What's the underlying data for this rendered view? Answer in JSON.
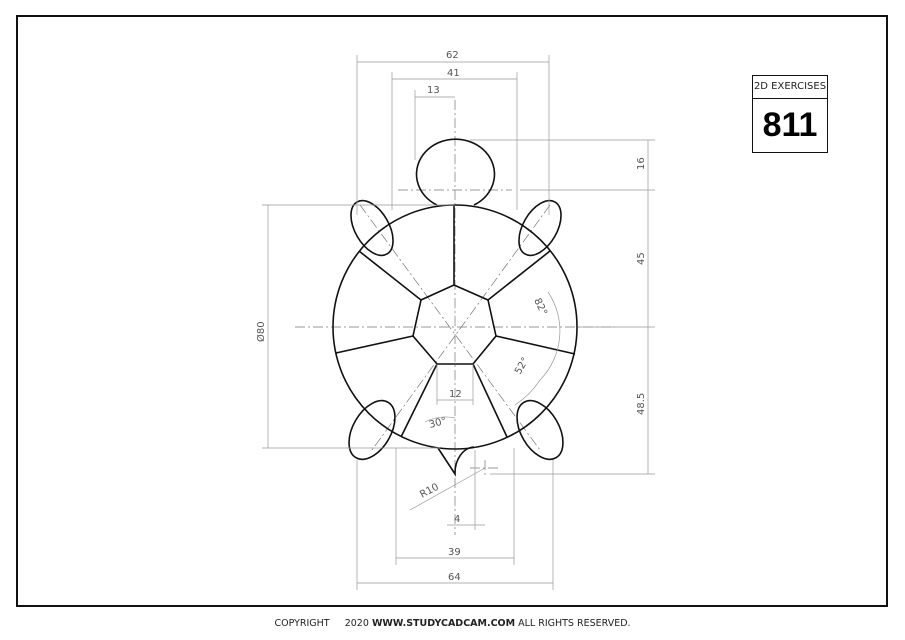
{
  "badge": {
    "title": "2D EXERCISES",
    "number": "811"
  },
  "footer": {
    "copyright": "COPYRIGHT",
    "year": "2020",
    "site": "WWW.STUDYCADCAM.COM",
    "rights": "ALL RIGHTS RESERVED."
  },
  "dimensions": {
    "d62": "62",
    "d41": "41",
    "d13": "13",
    "d16": "16",
    "d45": "45",
    "d48_5": "48.5",
    "dia80": "Ø80",
    "a82": "82°",
    "a52": "52°",
    "d12": "12",
    "a30": "30°",
    "r10": "R10",
    "d4": "4",
    "d39": "39",
    "d64": "64"
  }
}
